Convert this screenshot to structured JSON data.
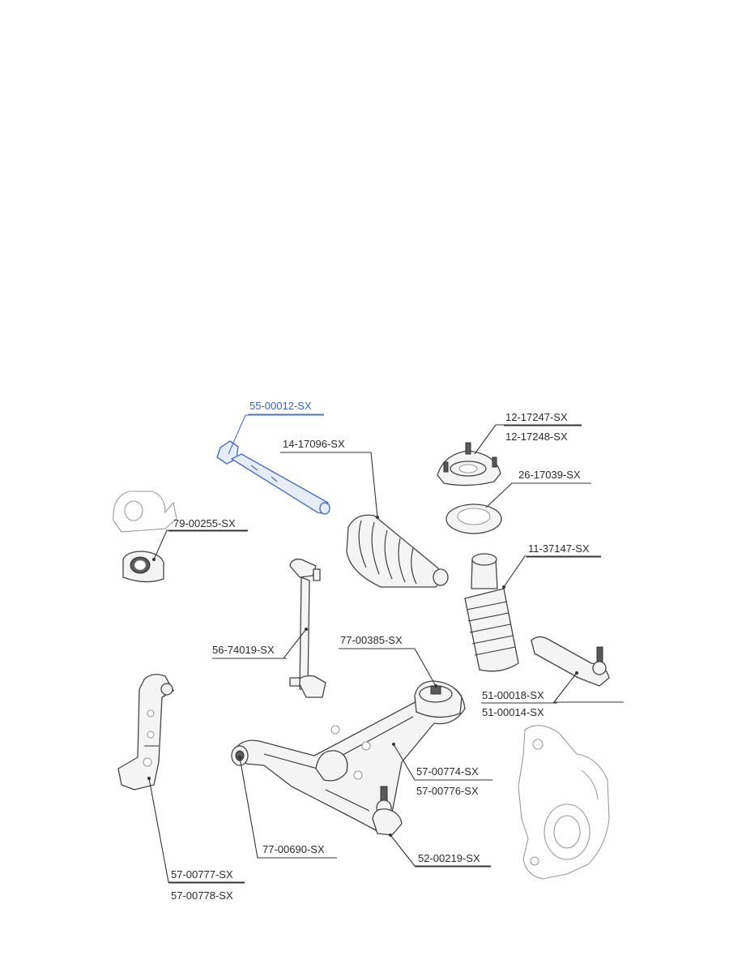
{
  "labels": {
    "tie_rod_inner": "55-00012-SX",
    "strut_mount_a": "12-17247-SX",
    "strut_mount_b": "12-17248-SX",
    "rack_boot": "14-17096-SX",
    "bearing": "26-17039-SX",
    "stab_bushing": "79-00255-SX",
    "dust_boot": "11-37147-SX",
    "stab_link": "56-74019-SX",
    "arm_bushing_rear": "77-00385-SX",
    "tie_rod_end_a": "51-00018-SX",
    "tie_rod_end_b": "51-00014-SX",
    "control_arm_a": "57-00774-SX",
    "control_arm_b": "57-00776-SX",
    "arm_bushing_front": "77-00690-SX",
    "ball_joint": "52-00219-SX",
    "bracket_a": "57-00777-SX",
    "bracket_b": "57-00778-SX"
  },
  "colors": {
    "selected": "#3b62b8",
    "line": "#333333",
    "faint": "#9a9a9a"
  }
}
